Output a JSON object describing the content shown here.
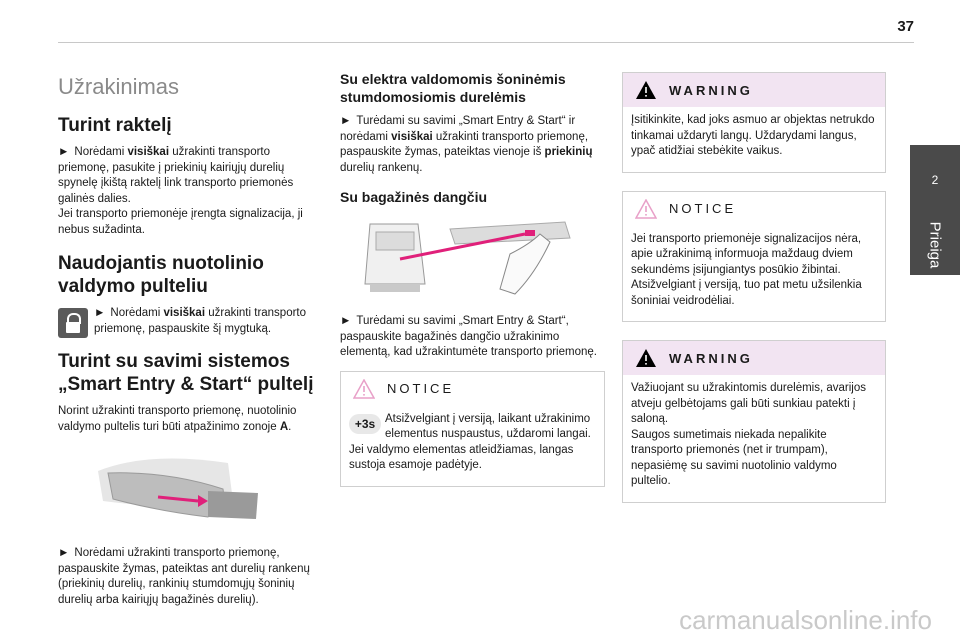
{
  "page": {
    "number": "37"
  },
  "side_tab": {
    "number": "2",
    "label": "Prieiga"
  },
  "col1": {
    "main_title": "Užrakinimas",
    "h_key": "Turint raktelį",
    "key_p1_a": "Norėdami ",
    "key_p1_b": "visiškai",
    "key_p1_c": " užrakinti transporto priemonę, pasukite į priekinių kairiųjų durelių spynelę įkištą raktelį link transporto priemonės galinės dalies.",
    "key_p2": "Jei transporto priemonėje įrengta signalizacija, ji nebus sužadinta.",
    "h_remote": "Naudojantis nuotolinio valdymo pulteliu",
    "remote_a": "Norėdami ",
    "remote_b": "visiškai",
    "remote_c": " užrakinti transporto priemonę, paspauskite šį mygtuką.",
    "h_smart": "Turint su savimi sistemos „Smart Entry & Start“ pultelį",
    "smart_p1_a": "Norint užrakinti transporto priemonę, nuotolinio valdymo pultelis turi būti atpažinimo zonoje ",
    "smart_p1_b": "A",
    "smart_p1_c": ".",
    "smart_p2": "Norėdami užrakinti transporto priemonę, paspauskite žymas, pateiktas ant durelių rankenų (priekinių durelių, rankinių stumdomųjų šoninių durelių arba kairiųjų bagažinės durelių)."
  },
  "col2": {
    "h_electric": "Su elektra valdomomis šoninėmis stumdomosiomis durelėmis",
    "elec_a": "Turėdami su savimi „Smart Entry & Start“ ir norėdami ",
    "elec_b": "visiškai",
    "elec_c": " užrakinti transporto priemonę, paspauskite žymas, pateiktas vienoje iš ",
    "elec_d": "priekinių",
    "elec_e": " durelių rankenų.",
    "h_trunk": "Su bagažinės dangčiu",
    "trunk_p": "Turėdami su savimi „Smart Entry & Start“, paspauskite bagažinės dangčio užrakinimo elementą, kad užrakintumėte transporto priemonę.",
    "notice_title": "NOTICE",
    "notice_badge": "+3s",
    "notice_text": "Atsižvelgiant į versiją, laikant užrakinimo elementus nuspaustus, uždaromi langai. Jei valdymo elementas atleidžiamas, langas sustoja esamoje padėtyje."
  },
  "col3": {
    "w1_title": "WARNING",
    "w1_text": "Įsitikinkite, kad joks asmuo ar objektas netrukdo tinkamai uždaryti langų. Uždarydami langus, ypač atidžiai stebėkite vaikus.",
    "n_title": "NOTICE",
    "n_text": "Jei transporto priemonėje signalizacijos nėra, apie užrakinimą informuoja maždaug dviem sekundėms įsijungiantys posūkio žibintai. Atsižvelgiant į versiją, tuo pat metu užsilenkia šoniniai veidrodėliai.",
    "w2_title": "WARNING",
    "w2_p1": "Važiuojant su užrakintomis durelėmis, avarijos atveju gelbėtojams gali būti sunkiau patekti į saloną.",
    "w2_p2": "Saugos sumetimais niekada nepalikite transporto priemonės (net ir trumpam), nepasiėmę su savimi nuotolinio valdymo pultelio."
  },
  "watermark": "carmanualsonline.info",
  "colors": {
    "warning_bg": "#f2e4f2",
    "accent_pink": "#e0207a",
    "tab_bg": "#4a4a4a"
  },
  "icons": [
    "lock-icon",
    "warning-icon",
    "notice-icon"
  ]
}
